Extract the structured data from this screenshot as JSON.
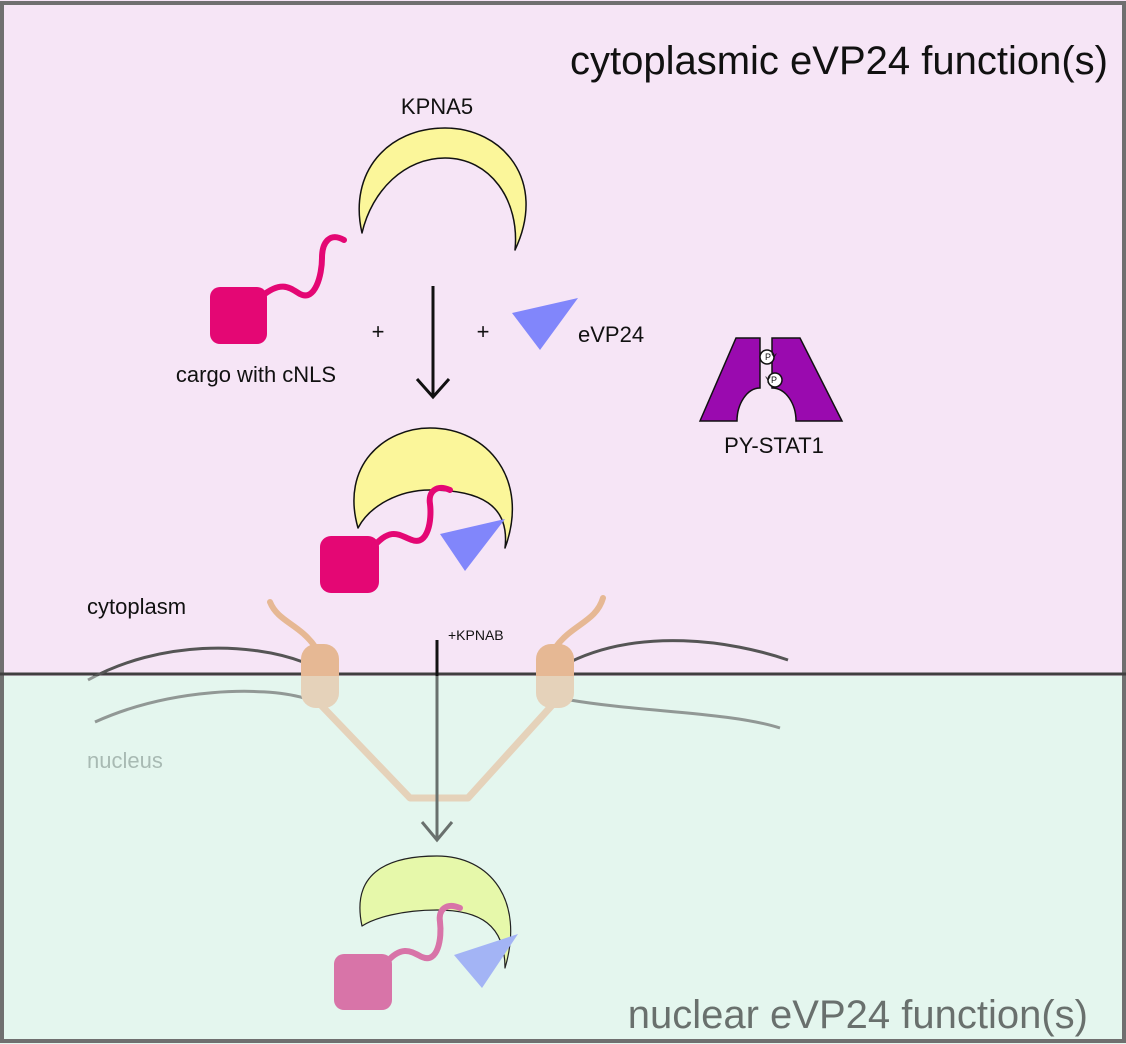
{
  "regions": {
    "cytoplasmic_title": "cytoplasmic eVP24 function(s)",
    "nuclear_title": "nuclear eVP24 function(s)"
  },
  "labels": {
    "kpna5": "KPNA5",
    "cargo": "cargo with cNLS",
    "plus_left": "+",
    "plus_right": "+",
    "evp24": "eVP24",
    "py_stat1": "PY-STAT1",
    "cytoplasm": "cytoplasm",
    "kpnab": "+KPNAB",
    "nucleus": "nucleus"
  },
  "stat1_marks": {
    "top": "PY",
    "bottom": "YP"
  },
  "colors": {
    "cytoplasm_bg": "#f6e5f6",
    "nucleus_bg": "#e4f6ee",
    "importin": "#fbf69a",
    "cargo": "#e40774",
    "evp24": "#8186fb",
    "stat1": "#9a0aaf",
    "pore": "#e6b894"
  }
}
